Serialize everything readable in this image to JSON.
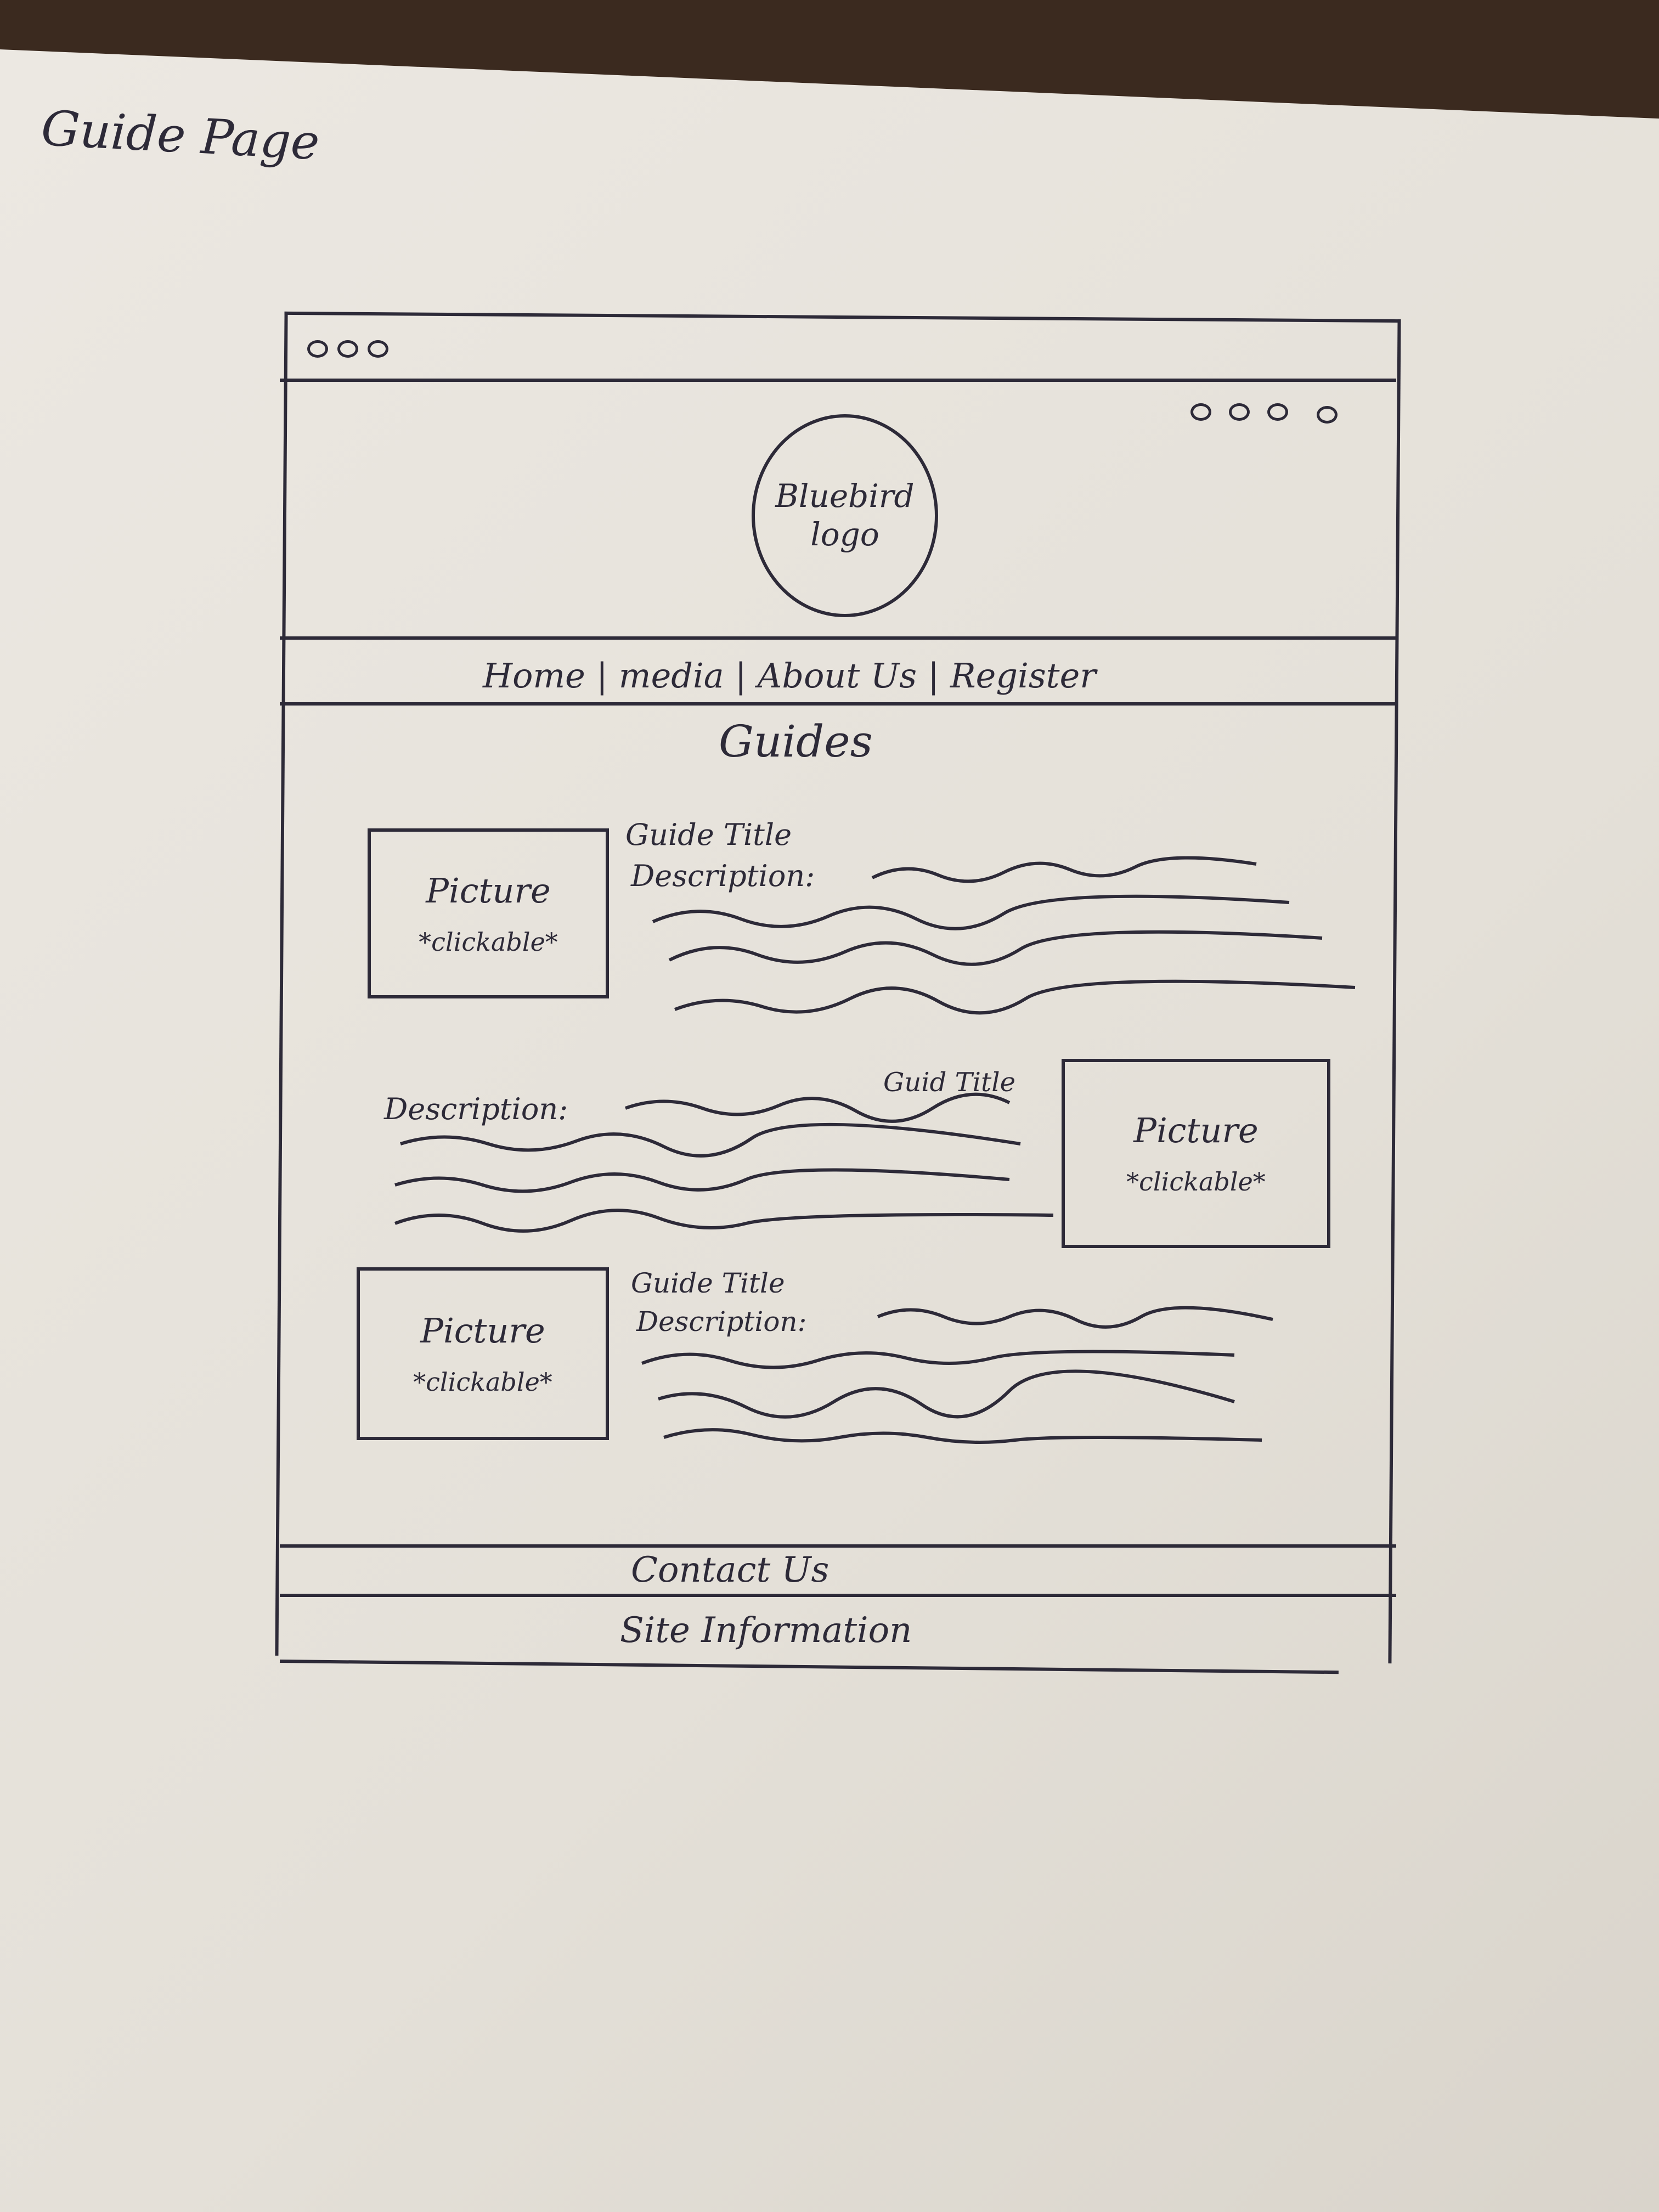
{
  "page_label": "Guide Page",
  "browser": {
    "window_dots": [
      "o",
      "o",
      "o"
    ],
    "social_dots": [
      "o",
      "o",
      "o",
      "o"
    ]
  },
  "logo": {
    "line1": "Bluebird",
    "line2": "logo"
  },
  "nav": {
    "items": [
      "Home",
      "media",
      "About Us",
      "Register"
    ]
  },
  "heading": "Guides",
  "guides": [
    {
      "title": "Guide Title",
      "description_label": "Description:",
      "picture": "Picture",
      "picture_note": "*clickable*"
    },
    {
      "title": "Guid Title",
      "description_label": "Description:",
      "picture": "Picture",
      "picture_note": "*clickable*"
    },
    {
      "title": "Guide Title",
      "description_label": "Description:",
      "picture": "Picture",
      "picture_note": "*clickable*"
    }
  ],
  "footer": {
    "contact": "Contact Us",
    "site_info": "Site Information"
  }
}
